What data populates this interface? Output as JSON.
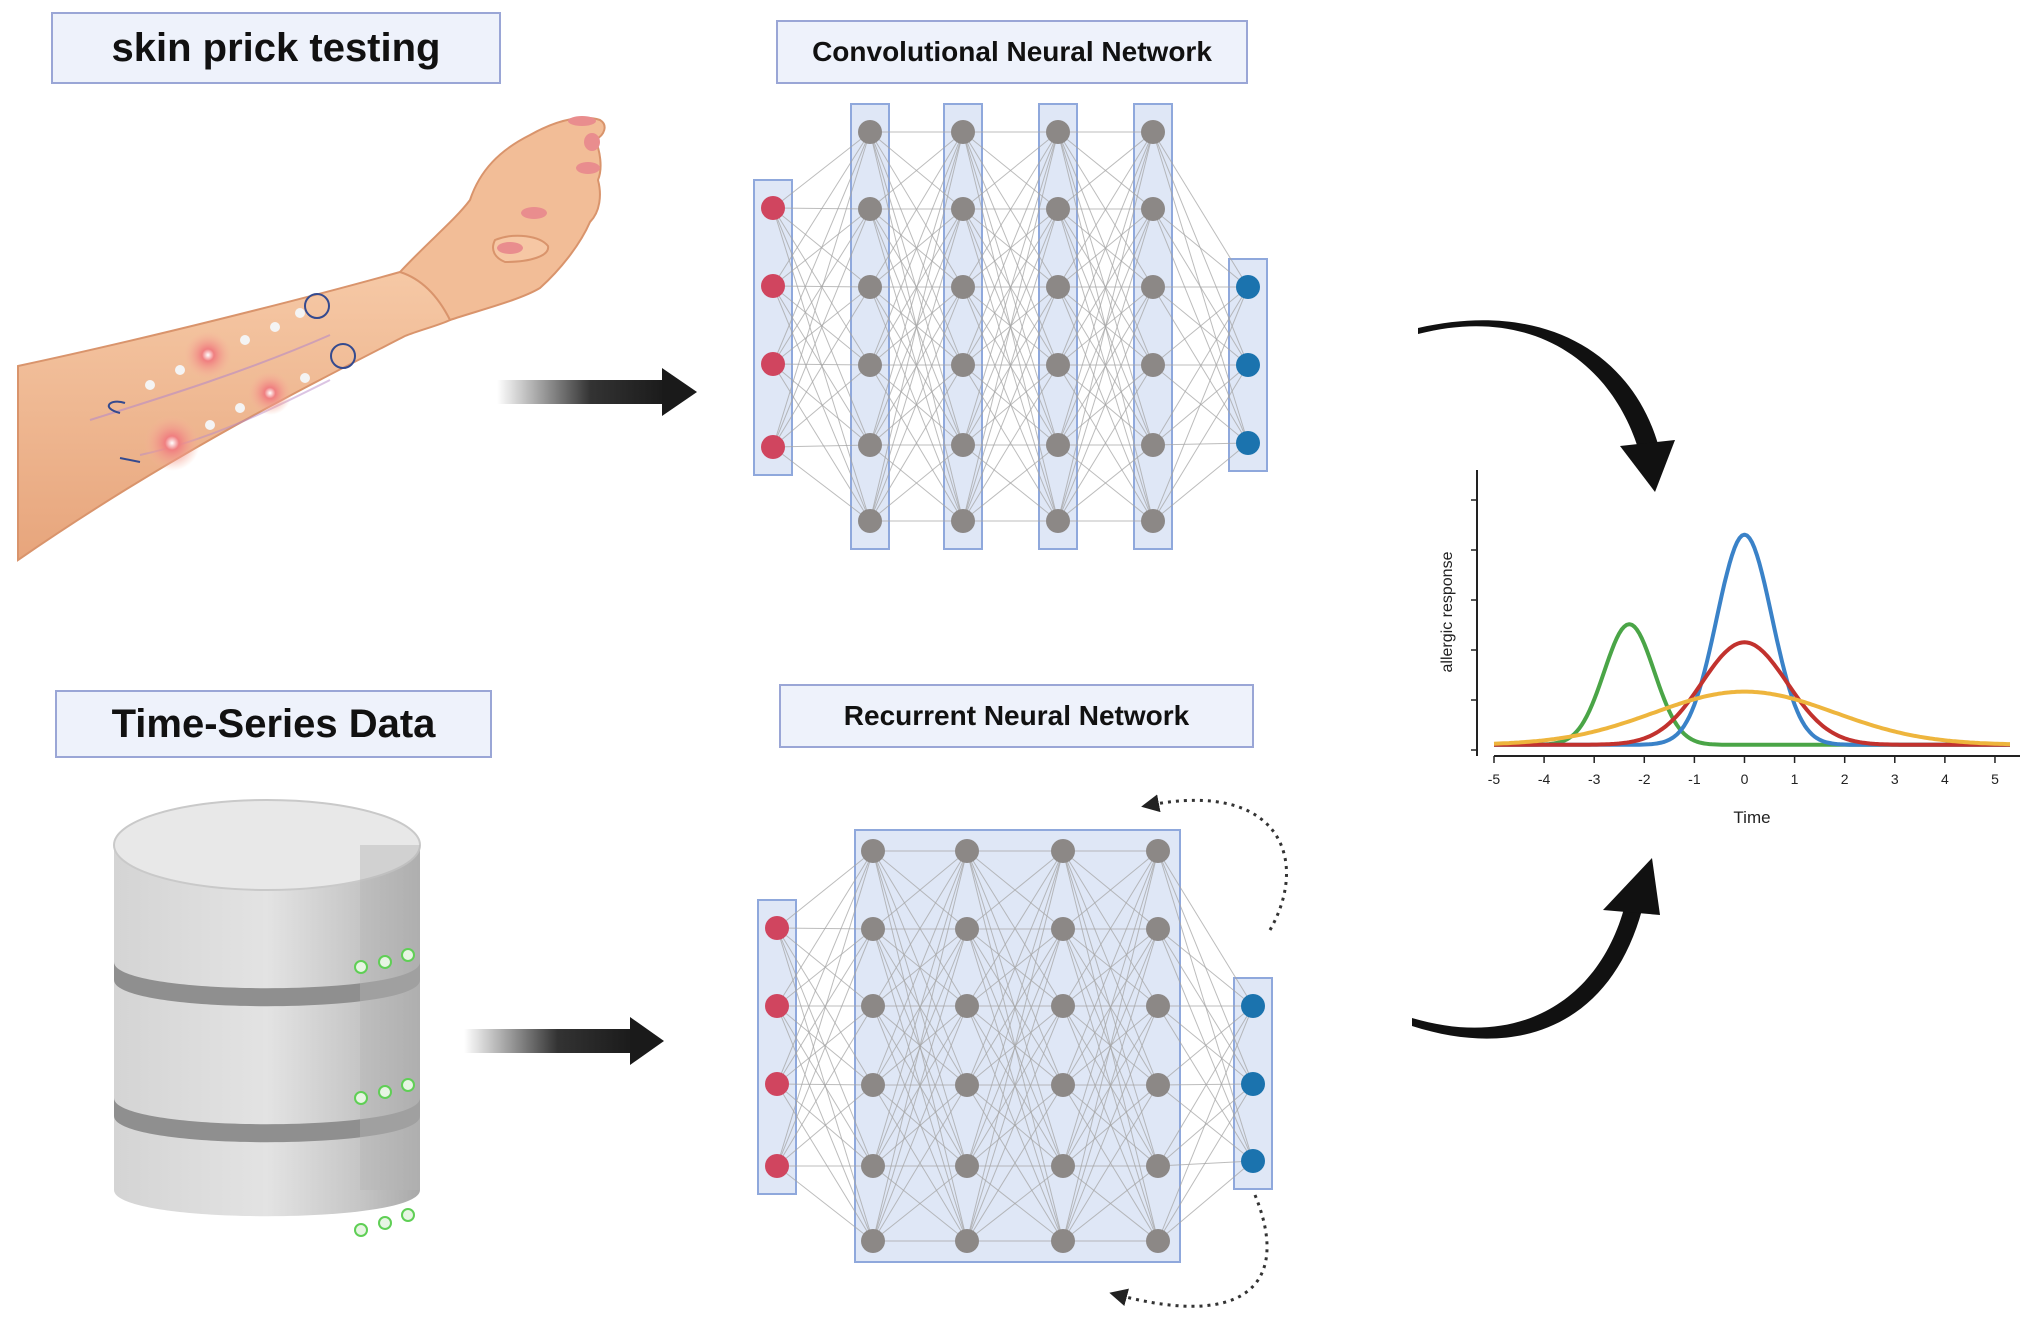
{
  "labels": {
    "skin_prick": "skin prick testing",
    "time_series": "Time-Series Data",
    "cnn": "Convolutional Neural Network",
    "rnn": "Recurrent  Neural Network"
  },
  "colors": {
    "input_node": "#d0455f",
    "hidden_node": "#8c8886",
    "output_node": "#1b73ae",
    "layer_box": "#dfe7f6",
    "layer_border": "#8fa8dc",
    "edge": "#a6a6a6"
  },
  "cnn": {
    "layers": [
      4,
      6,
      6,
      6,
      6,
      3
    ]
  },
  "rnn": {
    "layers": [
      4,
      6,
      6,
      6,
      6,
      3
    ]
  },
  "chart_data": {
    "type": "line",
    "title": "",
    "xlabel": "Time",
    "ylabel": "allergic response",
    "xlim": [
      -5,
      5.3
    ],
    "ylim": [
      0,
      1.3
    ],
    "x_ticks": [
      -5,
      -4,
      -3,
      -2,
      -1,
      0,
      1,
      2,
      3,
      4,
      5
    ],
    "x_tick_labels": [
      "-5",
      "-4",
      "-3",
      "-2",
      "-1",
      "0",
      "1",
      "2",
      "3",
      "4",
      "5"
    ],
    "grid": false,
    "series": [
      {
        "color": "#4aa547",
        "peak_x": -2.3,
        "peak_y": 0.93,
        "width": 0.5
      },
      {
        "color": "#3a82c8",
        "peak_x": 0.0,
        "peak_y": 1.62,
        "width": 0.55
      },
      {
        "color": "#c2322e",
        "peak_x": 0.0,
        "peak_y": 0.79,
        "width": 0.85
      },
      {
        "color": "#eeb53d",
        "peak_x": 0.0,
        "peak_y": 0.41,
        "width": 1.8
      }
    ]
  }
}
